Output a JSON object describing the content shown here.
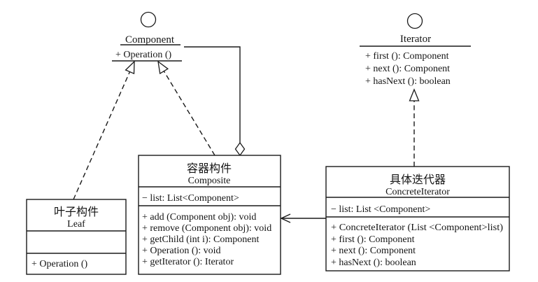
{
  "interfaces": {
    "component": {
      "name": "Component",
      "methods": [
        "+ Operation ()"
      ]
    },
    "iterator": {
      "name": "Iterator",
      "methods": [
        "+ first (): Component",
        "+ next (): Component",
        "+ hasNext (): boolean"
      ]
    }
  },
  "classes": {
    "composite": {
      "name_zh": "容器构件",
      "name_en": "Composite",
      "attributes": [
        "− list: List<Component>"
      ],
      "methods": [
        "+ add (Component obj): void",
        "+ remove (Component obj): void",
        "+ getChild (int i): Component",
        "+ Operation (): void",
        "+ getIterator (): Iterator"
      ]
    },
    "leaf": {
      "name_zh": "叶子构件",
      "name_en": "Leaf",
      "attributes": [],
      "methods": [
        "+ Operation ()"
      ]
    },
    "concrete_iterator": {
      "name_zh": "具体迭代器",
      "name_en": "ConcreteIterator",
      "attributes": [
        "− list: List <Component>"
      ],
      "methods": [
        "+ ConcreteIterator (List <Component>list)",
        "+ first (): Component",
        "+ next (): Component",
        "+ hasNext (): boolean"
      ]
    }
  },
  "relationships": [
    {
      "from": "Leaf",
      "to": "Component",
      "type": "realization",
      "notation": "dashed line, hollow triangle"
    },
    {
      "from": "Composite",
      "to": "Component",
      "type": "realization",
      "notation": "dashed line, hollow triangle"
    },
    {
      "from": "Component",
      "to": "Composite",
      "type": "aggregation",
      "notation": "solid line, hollow diamond at Composite"
    },
    {
      "from": "ConcreteIterator",
      "to": "Iterator",
      "type": "realization",
      "notation": "dashed line, hollow triangle"
    },
    {
      "from": "ConcreteIterator",
      "to": "Composite",
      "type": "association",
      "notation": "solid line, open arrow"
    }
  ],
  "colors": {
    "background": "#ffffff",
    "line": "#1a1a1a",
    "text": "#141414"
  }
}
